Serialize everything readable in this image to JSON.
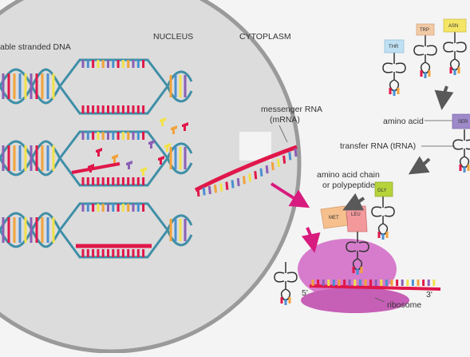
{
  "labels": {
    "dna": "able stranded DNA",
    "nucleus": "NUCLEUS",
    "cytoplasm": "CYTOPLASM",
    "mrna_line1": "messenger RNA",
    "mrna_line2": "(mRNA)",
    "amino_acid": "amino acid",
    "trna": "transfer RNA (tRNA)",
    "chain_line1": "amino acid chain",
    "chain_line2": "or polypeptide",
    "ribosome": "ribosome",
    "five_prime": "5'",
    "three_prime": "3'"
  },
  "amino_acids": {
    "thr": "THR",
    "trp": "TRP",
    "asn": "ASN",
    "ser": "SER",
    "gly": "GLY",
    "met": "MET",
    "leu": "LEU"
  },
  "colors": {
    "background": "#f4f4f4",
    "nucleus": "#dcdcdc",
    "nucleus_border": "#9a9a9a",
    "dna_backbone": "#3f8fa7",
    "ribosome": "#d77ccc",
    "arrow_magenta": "#d81b7e",
    "arrow_gray": "#595959",
    "base_red": "#e0174a",
    "base_yellow": "#f2e24a",
    "base_orange": "#f3a23a",
    "base_purple": "#8a5fb5",
    "base_blue": "#4b8fd0"
  }
}
